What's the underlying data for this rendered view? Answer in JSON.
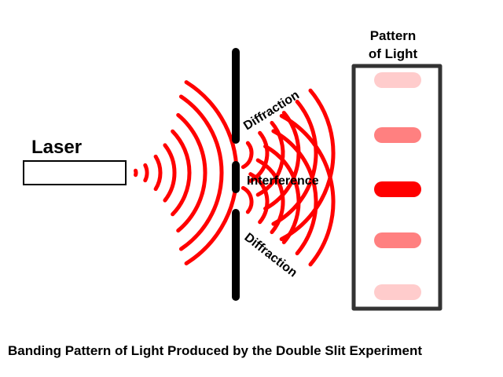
{
  "laser_label": "Laser",
  "pattern_title_line1": "Pattern",
  "pattern_title_line2": "of Light",
  "diffraction_top": "Diffraction",
  "interference": "Interference",
  "diffraction_bottom": "Diffraction",
  "caption": "Banding Pattern of Light Produced by the Double Slit Experiment",
  "colors": {
    "wave": "#ff0000",
    "barrier": "#000000",
    "screen_border": "#333333",
    "band_bright": "#ff0000",
    "band_medium": "#ff8080",
    "band_faint": "#ffcccc"
  },
  "bands": [
    {
      "intensity": "faint"
    },
    {
      "intensity": "medium"
    },
    {
      "intensity": "bright"
    },
    {
      "intensity": "medium"
    },
    {
      "intensity": "faint"
    }
  ]
}
